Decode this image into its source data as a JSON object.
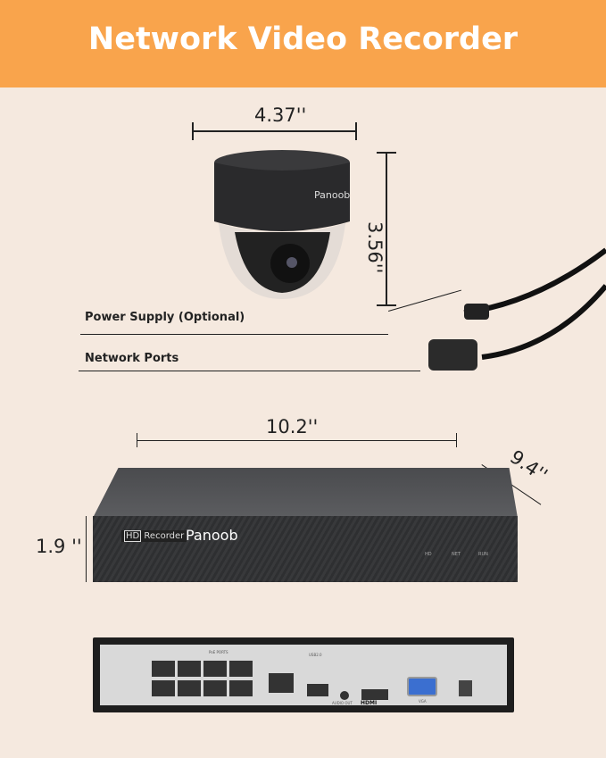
{
  "header": {
    "title": "Network Video Recorder",
    "color": "#f9a44c"
  },
  "camera": {
    "brand": "Panoob",
    "width": "4.37''",
    "height": "3.56''"
  },
  "callouts": {
    "power": "Power Supply (Optional)",
    "network": "Network Ports"
  },
  "nvr": {
    "brand": "Panoob",
    "badge_hd": "HD",
    "badge_text": "Recorder",
    "width": "10.2''",
    "depth": "9.4''",
    "height": "1.9 ''",
    "leds": [
      "HD",
      "NET",
      "RUN"
    ]
  },
  "rear": {
    "poe_label": "PoE PORTS",
    "usb_label": "USB2.0",
    "audio_label": "AUDIO OUT",
    "hdmi_label": "HDMI",
    "vga_label": "VGA"
  }
}
